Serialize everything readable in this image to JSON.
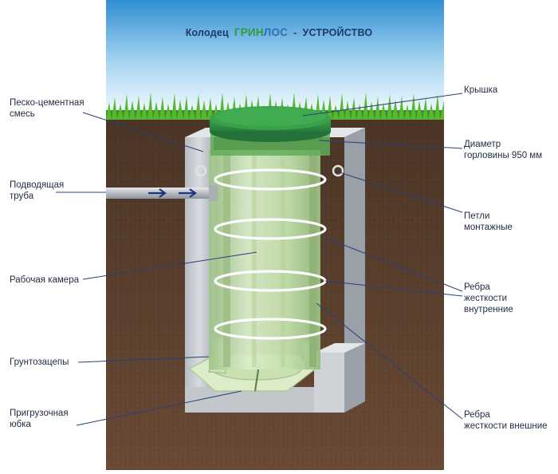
{
  "title": {
    "prefix": "Колодец",
    "brand_part1": "ГРИН",
    "brand_part2": "ЛОС",
    "separator": "-",
    "suffix": "УСТРОЙСТВО"
  },
  "labels": {
    "sand_cement": [
      "Песко-цементная",
      "смесь"
    ],
    "inlet_pipe": [
      "Подводящая",
      "труба"
    ],
    "work_chamber": [
      "Рабочая камера"
    ],
    "ground_grips": [
      "Грунтозацепы"
    ],
    "ballast_skirt": [
      "Пригрузочная",
      "юбка"
    ],
    "lid": [
      "Крышка"
    ],
    "neck_diameter": [
      "Диаметр",
      "горловины 950 мм"
    ],
    "mount_loops": [
      "Петли",
      "монтажные"
    ],
    "inner_ribs": [
      "Ребра",
      "жесткости",
      "внутренние"
    ],
    "outer_ribs": [
      "Ребра",
      "жесткости внешние"
    ]
  },
  "colors": {
    "sky_top": "#2f8fd2",
    "sky_bottom": "#ffffff",
    "soil": "#5b4131",
    "grass": "#4caa2e",
    "concrete": "#c8ccd1",
    "well_body": "#b9d7a4",
    "lid": "#2f8e3c",
    "label_text": "#1f2a44",
    "leader_line": "#28407a"
  }
}
